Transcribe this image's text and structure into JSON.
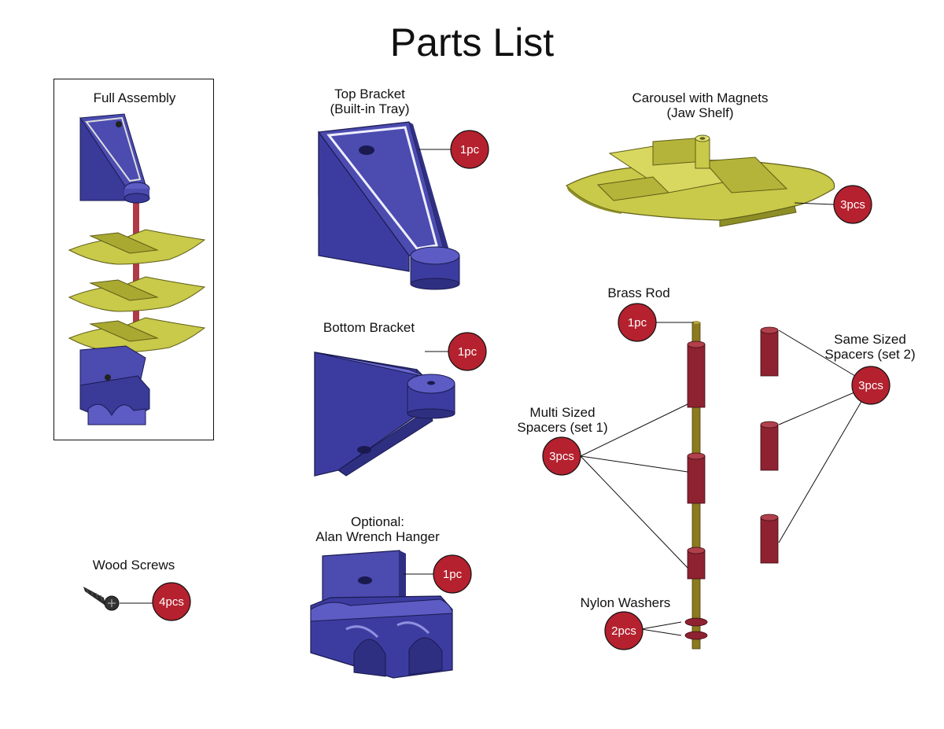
{
  "title": "Parts List",
  "colors": {
    "badge": "#b5212e",
    "bracket": "#4b4bb0",
    "bracket_dark": "#2f2f82",
    "bracket_light": "#7a7ad6",
    "shelf": "#c9c94a",
    "shelf_dark": "#8e8e27",
    "rod": "#8b7a1f",
    "spacer": "#8e2230"
  },
  "parts": {
    "full_assembly": {
      "label": "Full Assembly"
    },
    "top_bracket": {
      "label_line1": "Top Bracket",
      "label_line2": "(Built-in Tray)",
      "qty": "1pc"
    },
    "carousel": {
      "label_line1": "Carousel with Magnets",
      "label_line2": "(Jaw Shelf)",
      "qty": "3pcs"
    },
    "bottom_bracket": {
      "label": "Bottom Bracket",
      "qty": "1pc"
    },
    "brass_rod": {
      "label": "Brass Rod",
      "qty": "1pc"
    },
    "same_spacers": {
      "label_line1": "Same Sized",
      "label_line2": "Spacers (set 2)",
      "qty": "3pcs"
    },
    "multi_spacers": {
      "label_line1": "Multi Sized",
      "label_line2": "Spacers (set 1)",
      "qty": "3pcs"
    },
    "wrench_hanger": {
      "label_line1": "Optional:",
      "label_line2": "Alan Wrench Hanger",
      "qty": "1pc"
    },
    "wood_screws": {
      "label": "Wood Screws",
      "qty": "4pcs"
    },
    "nylon_washers": {
      "label": "Nylon Washers",
      "qty": "2pcs"
    }
  }
}
